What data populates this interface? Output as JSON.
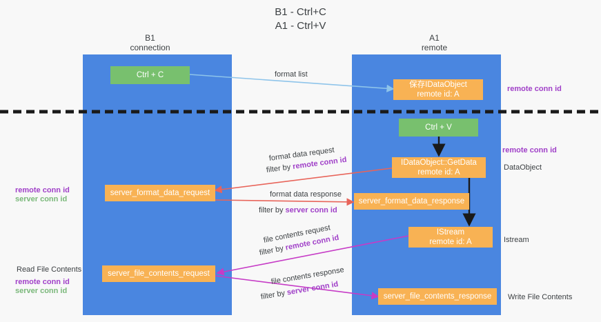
{
  "title": {
    "line1": "B1 - Ctrl+C",
    "line2": "A1 - Ctrl+V"
  },
  "lanes": [
    {
      "id": "b1",
      "name": "B1",
      "role": "connection"
    },
    {
      "id": "a1",
      "name": "A1",
      "role": "remote"
    }
  ],
  "boxes": {
    "ctrl_c": {
      "l1": "Ctrl + C",
      "l2": "",
      "color": "#78c06e"
    },
    "save_idataobject": {
      "l1": "保存IDataObject",
      "l2": "remote id: A",
      "color": "#f8b254"
    },
    "ctrl_v": {
      "l1": "Ctrl + V",
      "l2": "",
      "color": "#78c06e"
    },
    "getdata": {
      "l1": "IDataObject::GetData",
      "l2": "remote id: A",
      "color": "#f8b254"
    },
    "server_format_data_request": {
      "l1": "server_format_data_request",
      "l2": "",
      "color": "#f8b254"
    },
    "server_format_data_response": {
      "l1": "server_format_data_response",
      "l2": "",
      "color": "#f8b254"
    },
    "istream": {
      "l1": "IStream",
      "l2": "remote id: A",
      "color": "#f8b254"
    },
    "server_file_contents_request": {
      "l1": "server_file_contents_request",
      "l2": "",
      "color": "#f8b254"
    },
    "server_file_contents_response": {
      "l1": "server_file_contents_response",
      "l2": "",
      "color": "#f8b254"
    }
  },
  "edge_labels": {
    "format_list": "format list",
    "format_data_request": "format data request",
    "format_data_request_filter_pre": "filter by ",
    "format_data_request_filter_key": "remote conn id",
    "format_data_response": "format data response",
    "format_data_response_filter_pre": "filter by ",
    "format_data_response_filter_key": "server conn id",
    "file_contents_request": "file contents request",
    "file_contents_request_filter_pre": "filter by ",
    "file_contents_request_filter_key": "remote conn id",
    "file_contents_response": "file contents response",
    "file_contents_response_filter_pre": "filter by ",
    "file_contents_response_filter_key": "server conn id"
  },
  "annotations": {
    "right_remote_conn_id_1": "remote conn id",
    "right_remote_conn_id_2": "remote conn id",
    "right_dataobject": "DataObject",
    "right_istream": "Istream",
    "right_write_file_contents": "Write File Contents",
    "left_remote_conn_id": "remote conn id",
    "left_server_conn_id": "server conn id",
    "left_read_file_contents": "Read File Contents",
    "left_remote_conn_id_2": "remote conn id",
    "left_server_conn_id_2": "server conn id"
  },
  "colors": {
    "lane": "#4a86e0",
    "green_box": "#78c06e",
    "orange_box": "#f8b254",
    "purple_text": "#a040c8",
    "green_text": "#7ab87a",
    "arrow_blue": "#8ec4ea",
    "arrow_red": "#e8645a",
    "arrow_magenta": "#c63bc6",
    "arrow_black": "#1a1a1a",
    "divider": "#1a1a1a",
    "background": "#f8f8f8"
  }
}
